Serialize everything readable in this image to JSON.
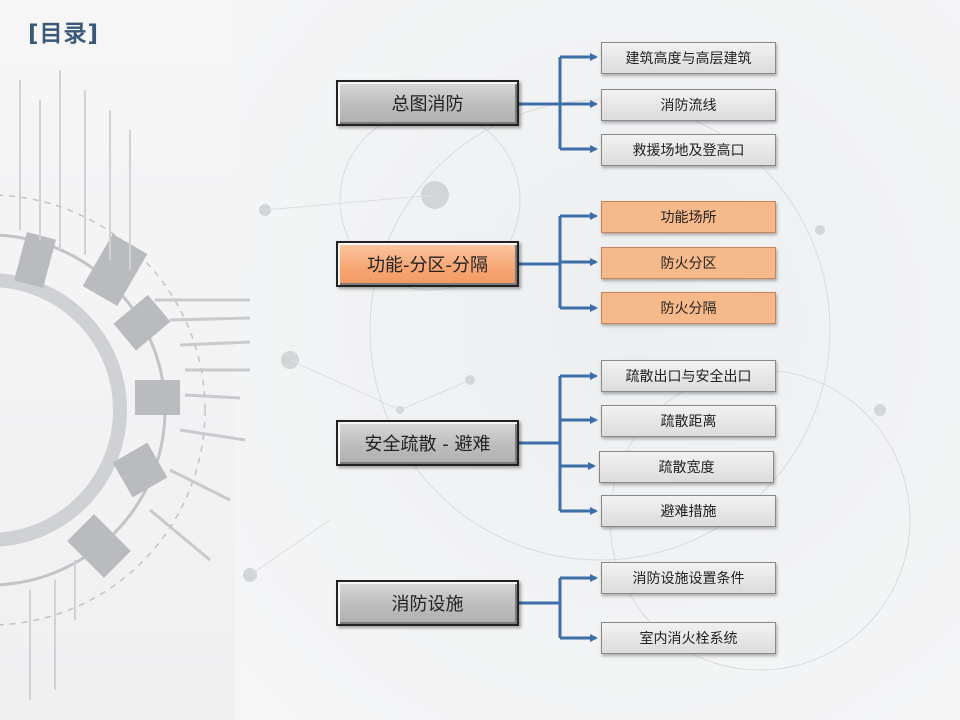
{
  "page": {
    "title": "[目录]"
  },
  "groups": [
    {
      "label": "总图消防",
      "highlight": false,
      "items": [
        "建筑高度与高层建筑",
        "消防流线",
        "救援场地及登高口"
      ]
    },
    {
      "label": "功能-分区-分隔",
      "highlight": true,
      "items": [
        "功能场所",
        "防火分区",
        "防火分隔"
      ]
    },
    {
      "label": "安全疏散 - 避难",
      "highlight": false,
      "items": [
        "疏散出口与安全出口",
        "疏散距离",
        "疏散宽度",
        "避难措施"
      ]
    },
    {
      "label": "消防设施",
      "highlight": false,
      "items": [
        "消防设施设置条件",
        "室内消火栓系统"
      ]
    }
  ],
  "colors": {
    "title": "#3b5878",
    "connector": "#3d6ea8",
    "highlight": "#f6b98a",
    "main_gray": "#c4c4c4"
  }
}
